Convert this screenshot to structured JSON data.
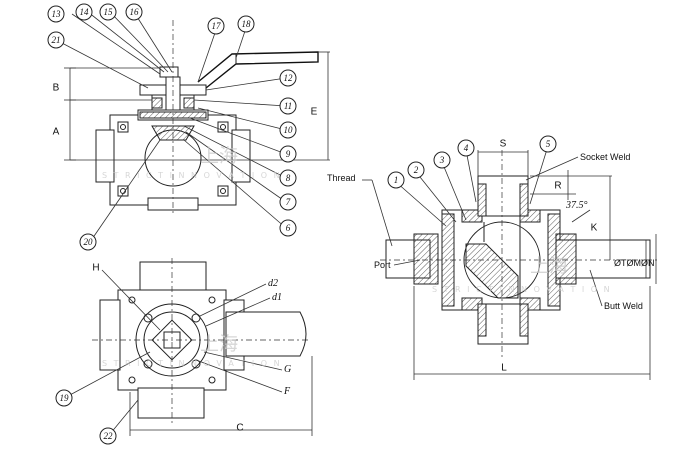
{
  "callouts": {
    "c1": "1",
    "c2": "2",
    "c3": "3",
    "c4": "4",
    "c5": "5",
    "c6": "6",
    "c7": "7",
    "c8": "8",
    "c9": "9",
    "c10": "10",
    "c11": "11",
    "c12": "12",
    "c13": "13",
    "c14": "14",
    "c15": "15",
    "c16": "16",
    "c17": "17",
    "c18": "18",
    "c19": "19",
    "c20": "20",
    "c21": "21",
    "c22": "22"
  },
  "dimensions": {
    "A": "A",
    "B": "B",
    "C": "C",
    "E": "E",
    "H": "H",
    "S": "S",
    "R": "R",
    "K": "K",
    "L": "L",
    "d1": "d1",
    "d2": "d2",
    "G": "G",
    "F": "F",
    "angle": "37.5°",
    "diameters": "ØTØMØN"
  },
  "labels": {
    "socket_weld": "Socket Weld",
    "thread": "Thread",
    "port": "Port",
    "butt_weld": "Butt Weld"
  },
  "watermark": {
    "cn": "上海",
    "en": "S T R I C T   I N N O V A T I O N"
  }
}
